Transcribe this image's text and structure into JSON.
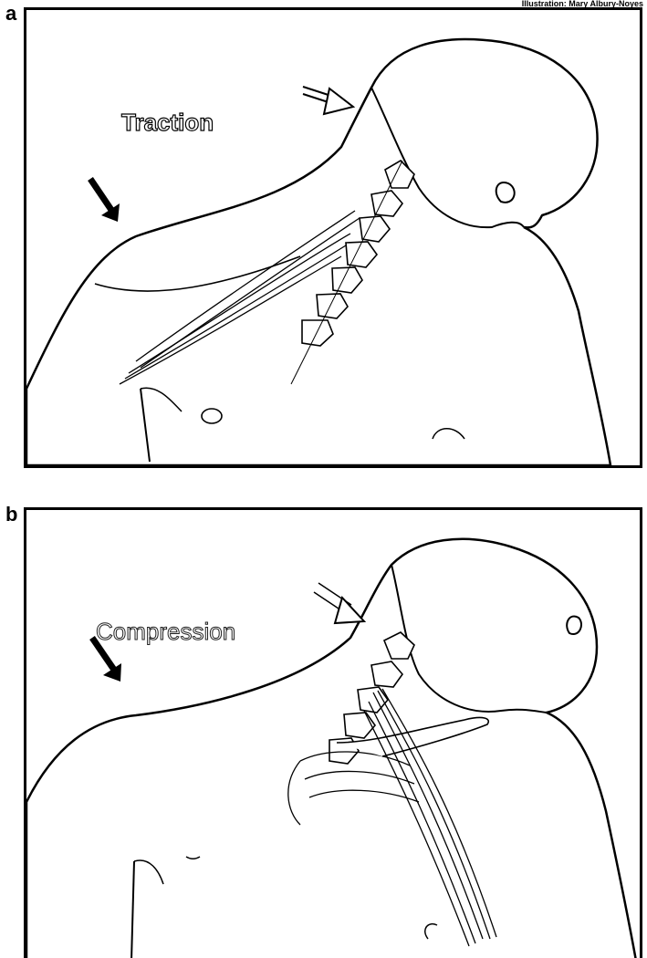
{
  "credit": "Illustration: Mary Albury-Noyes",
  "panels": [
    {
      "letter": "a",
      "label": "Traction"
    },
    {
      "letter": "b",
      "label": "Compression"
    }
  ],
  "colors": {
    "ink": "#000000",
    "paper": "#ffffff",
    "noise": "#1a1a1a"
  }
}
